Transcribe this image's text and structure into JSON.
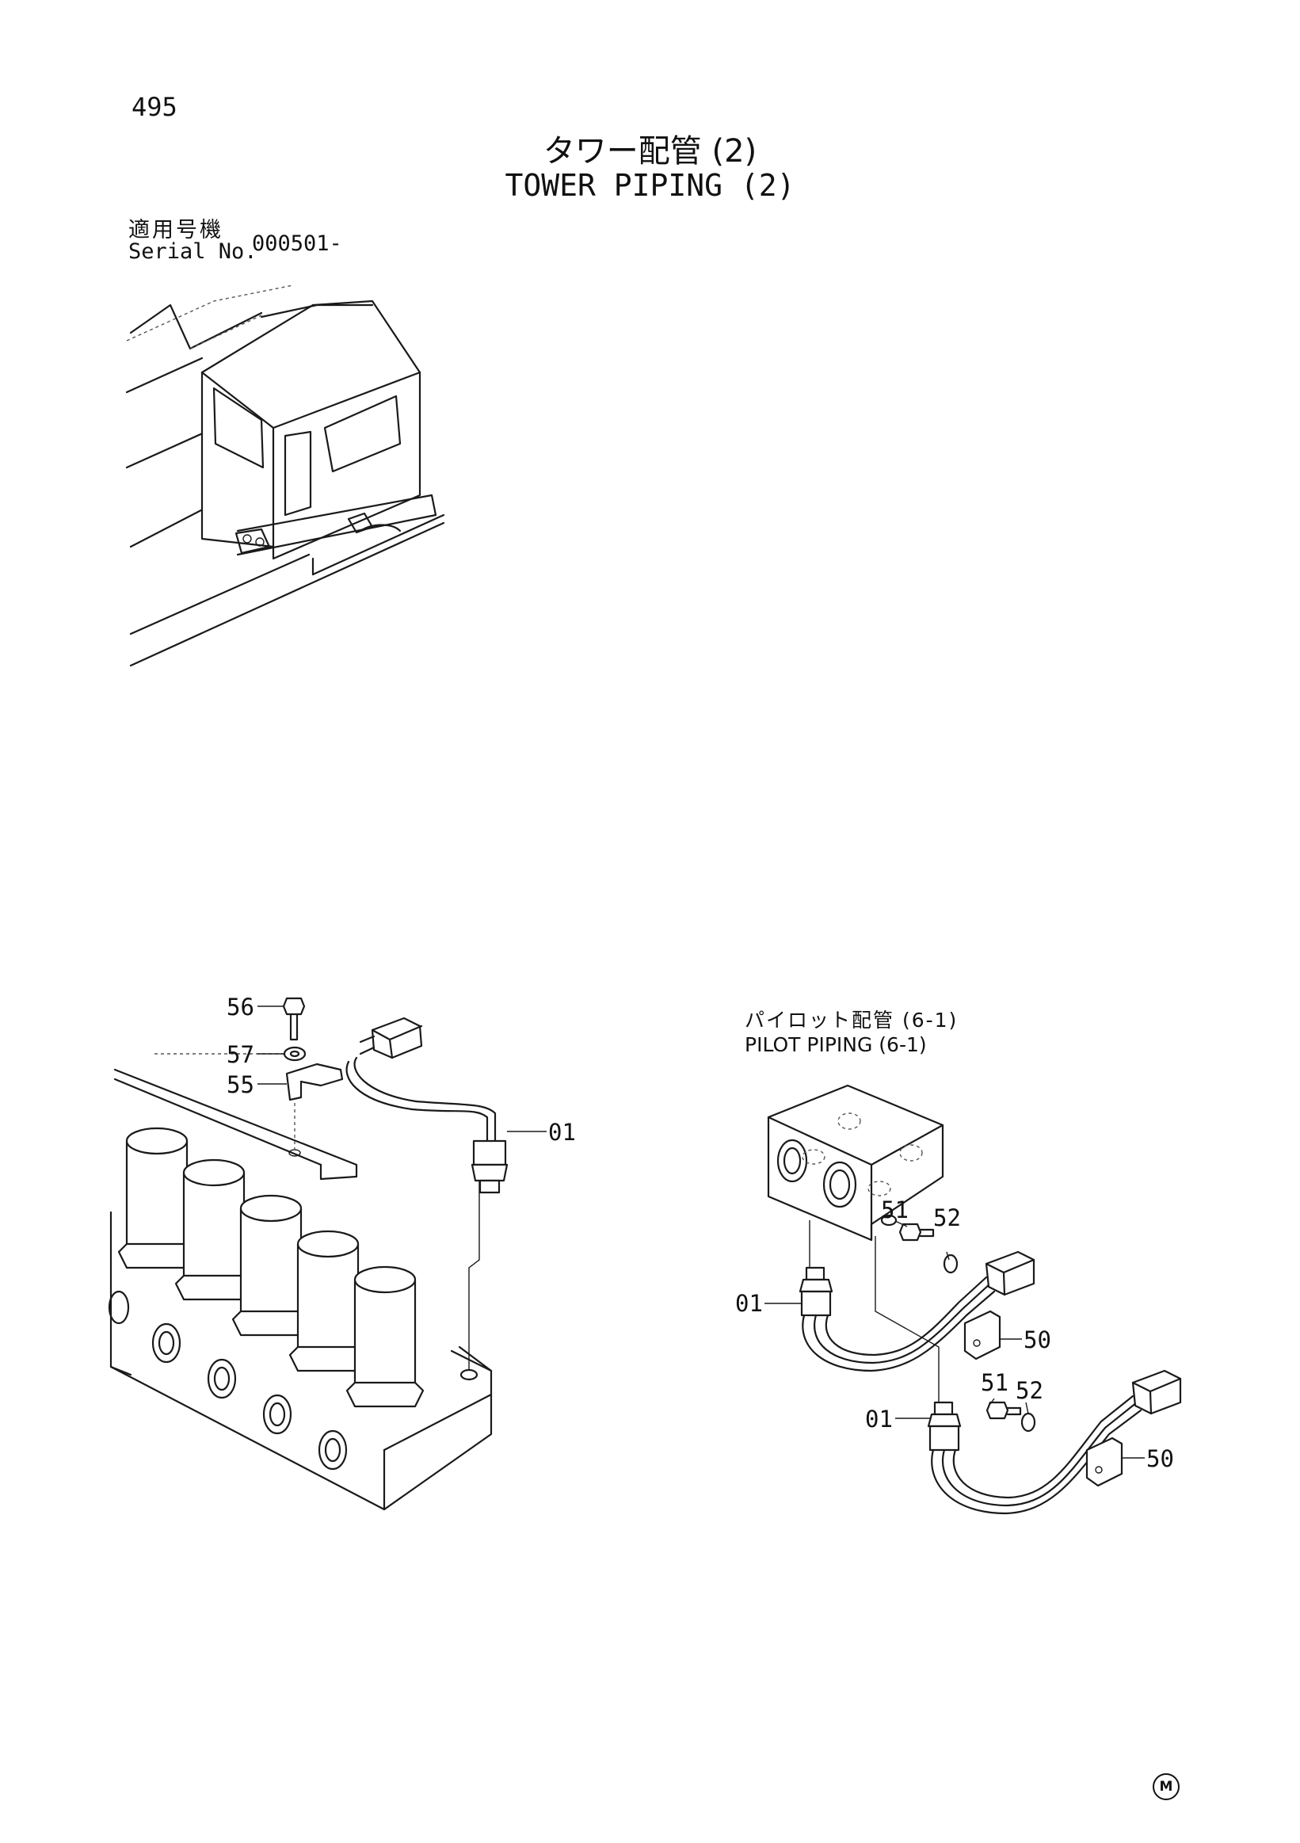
{
  "page": {
    "number": "495",
    "title_ja": "タワー配管 (2)",
    "title_en": "TOWER PIPING (2)"
  },
  "serial": {
    "label_ja": "適用号機",
    "label_en": "Serial No.",
    "value": "000501-"
  },
  "reference": {
    "label_ja": "パイロット配管 (6-1)",
    "label_en": "PILOT PIPING (6-1)"
  },
  "callouts": {
    "left_56": "56",
    "left_57": "57",
    "left_55": "55",
    "left_01": "01",
    "right_51a": "51",
    "right_52a": "52",
    "right_01a": "01",
    "right_50a": "50",
    "right_51b": "51",
    "right_52b": "52",
    "right_01b": "01",
    "right_50b": "50"
  },
  "logo": {
    "mark": "M"
  }
}
